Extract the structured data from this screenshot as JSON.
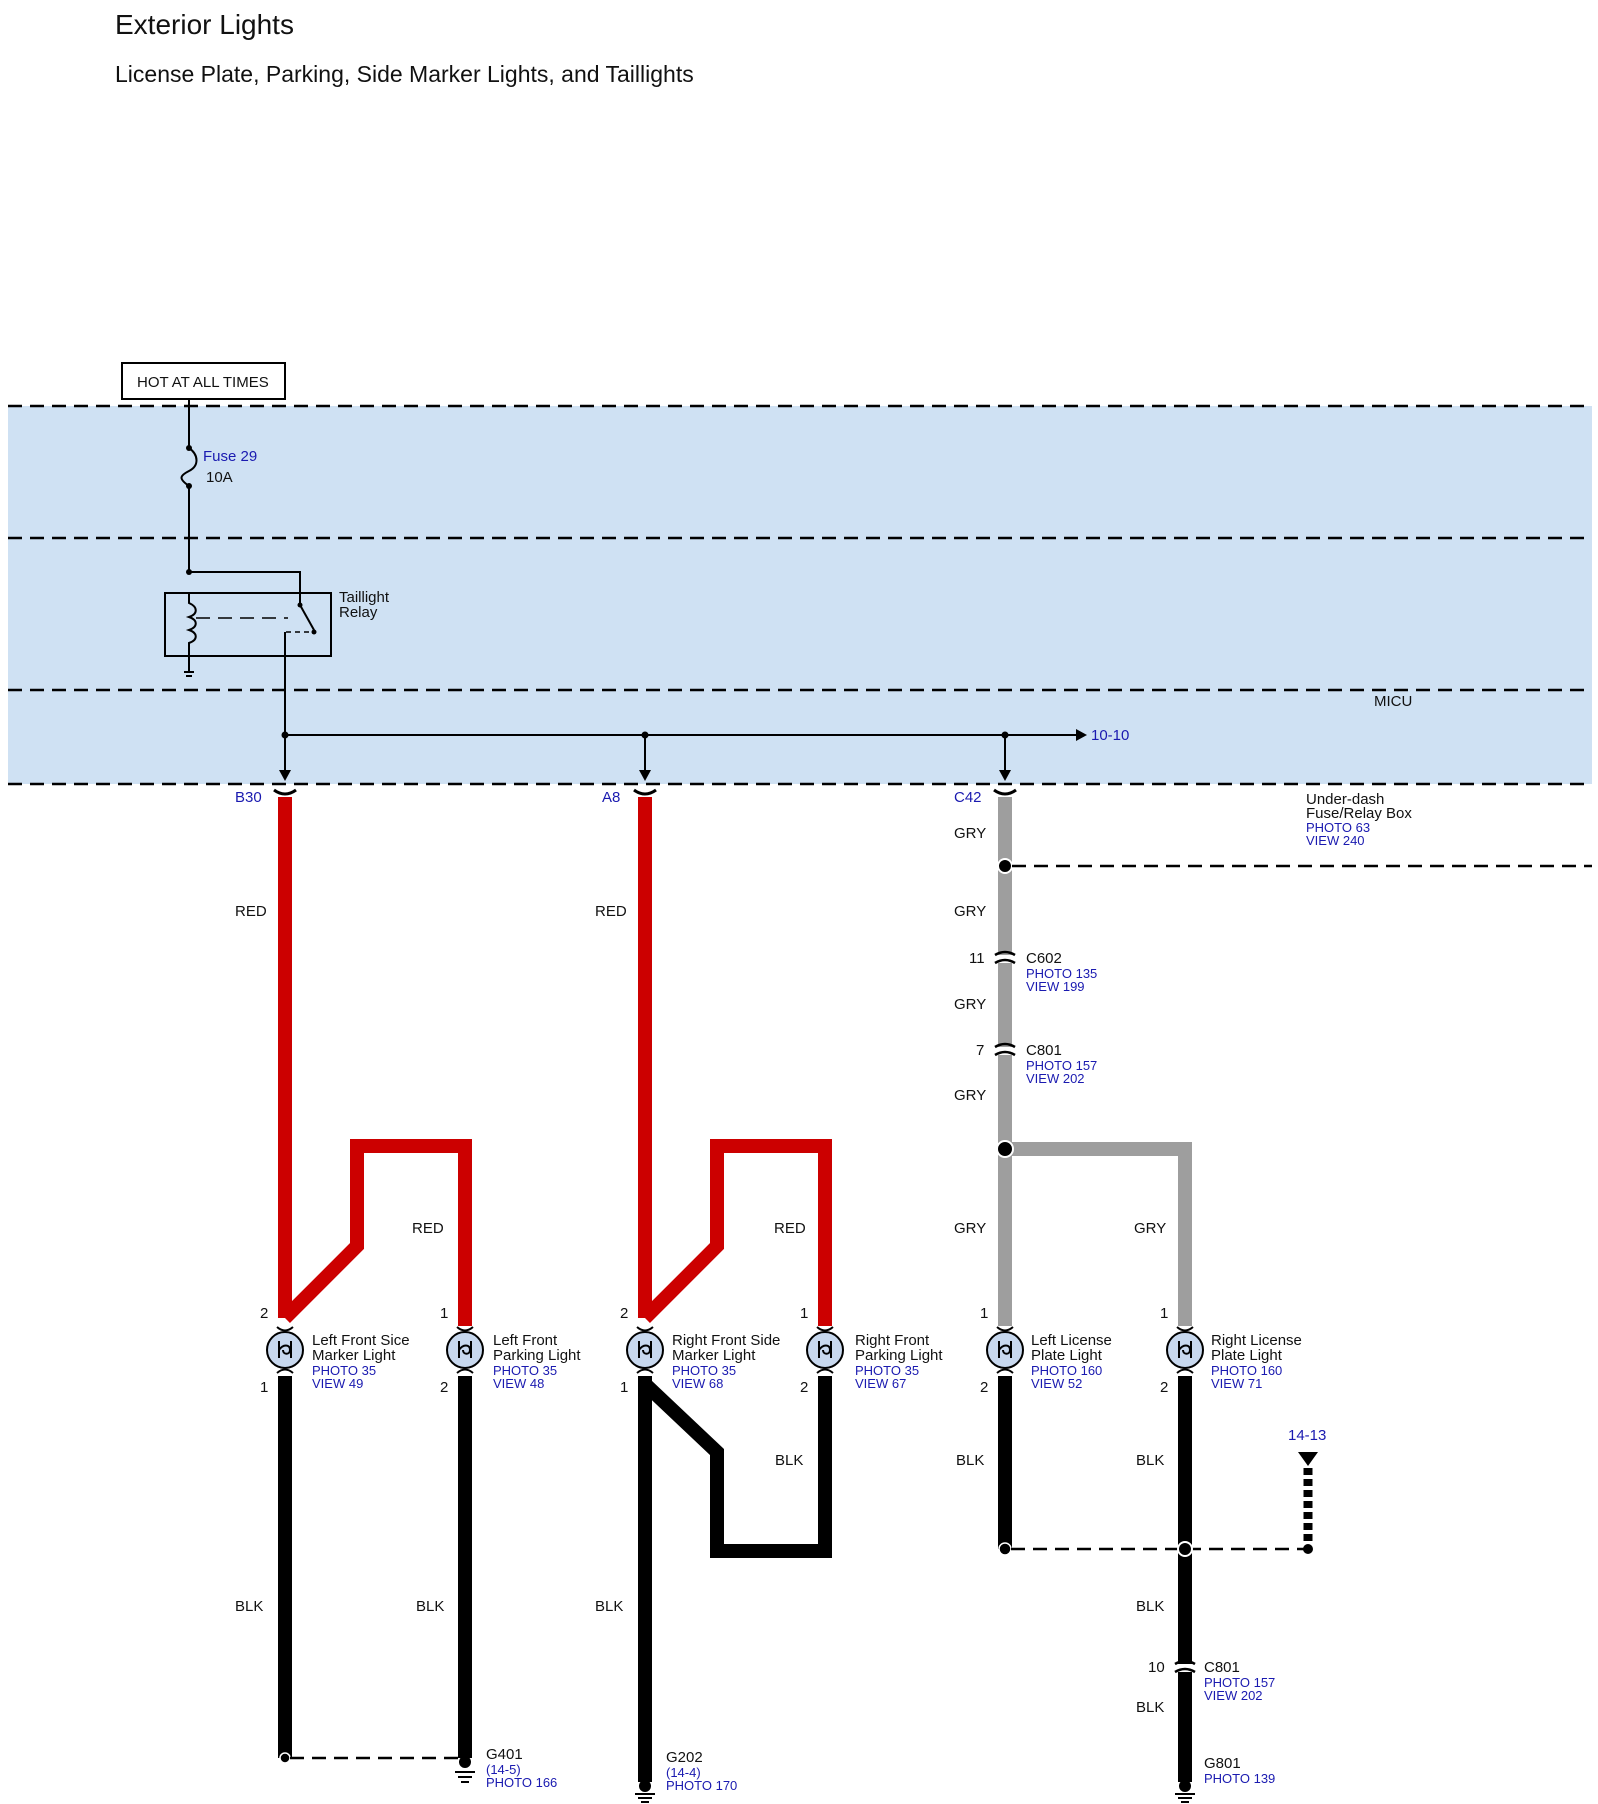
{
  "title": "Exterior Lights",
  "subtitle": "License Plate, Parking, Side Marker Lights, and Taillights",
  "power_label": "HOT AT ALL TIMES",
  "fuse": {
    "name": "Fuse 29",
    "rating": "10A"
  },
  "relay": {
    "line1": "Taillight",
    "line2": "Relay"
  },
  "micu_label": "MICU",
  "bus_ref": "10-10",
  "fuse_box": {
    "line1": "Under-dash",
    "line2": "Fuse/Relay Box",
    "photo": "PHOTO 63",
    "view": "VIEW 240"
  },
  "terminals": {
    "b30": "B30",
    "a8": "A8",
    "c42": "C42"
  },
  "colors": {
    "red_wire": "#cc0000",
    "blk_wire": "#000000",
    "gry_wire": "#9e9e9e",
    "zone_fill": "#cfe1f3",
    "ref_text": "#1a1ab0"
  },
  "wire_labels": {
    "red": "RED",
    "blk": "BLK",
    "gry": "GRY"
  },
  "connectors": {
    "c602": {
      "pin": "11",
      "name": "C602",
      "photo": "PHOTO 135",
      "view": "VIEW 199"
    },
    "c801_top": {
      "pin": "7",
      "name": "C801",
      "photo": "PHOTO 157",
      "view": "VIEW 202"
    },
    "c801_bottom": {
      "pin": "10",
      "name": "C801",
      "photo": "PHOTO 157",
      "view": "VIEW 202"
    }
  },
  "lights": [
    {
      "line1": "Left Front Sice",
      "line2": "Marker Light",
      "photo": "PHOTO 35",
      "view": "VIEW 49",
      "pin_top": "2",
      "pin_bottom": "1"
    },
    {
      "line1": "Left Front",
      "line2": "Parking Light",
      "photo": "PHOTO 35",
      "view": "VIEW 48",
      "pin_top": "1",
      "pin_bottom": "2"
    },
    {
      "line1": "Right Front Side",
      "line2": "Marker Light",
      "photo": "PHOTO 35",
      "view": "VIEW 68",
      "pin_top": "2",
      "pin_bottom": "1"
    },
    {
      "line1": "Right Front",
      "line2": "Parking Light",
      "photo": "PHOTO 35",
      "view": "VIEW 67",
      "pin_top": "1",
      "pin_bottom": "2"
    },
    {
      "line1": "Left License",
      "line2": "Plate Light",
      "photo": "PHOTO 160",
      "view": "VIEW 52",
      "pin_top": "1",
      "pin_bottom": "2"
    },
    {
      "line1": "Right License",
      "line2": "Plate Light",
      "photo": "PHOTO 160",
      "view": "VIEW 71",
      "pin_top": "1",
      "pin_bottom": "2"
    }
  ],
  "grounds": {
    "g401": {
      "name": "G401",
      "ref": "(14-5)",
      "photo": "PHOTO 166"
    },
    "g202": {
      "name": "G202",
      "ref": "(14-4)",
      "photo": "PHOTO 170"
    },
    "g801": {
      "name": "G801",
      "photo": "PHOTO 139"
    }
  },
  "ground_ref": "14-13"
}
